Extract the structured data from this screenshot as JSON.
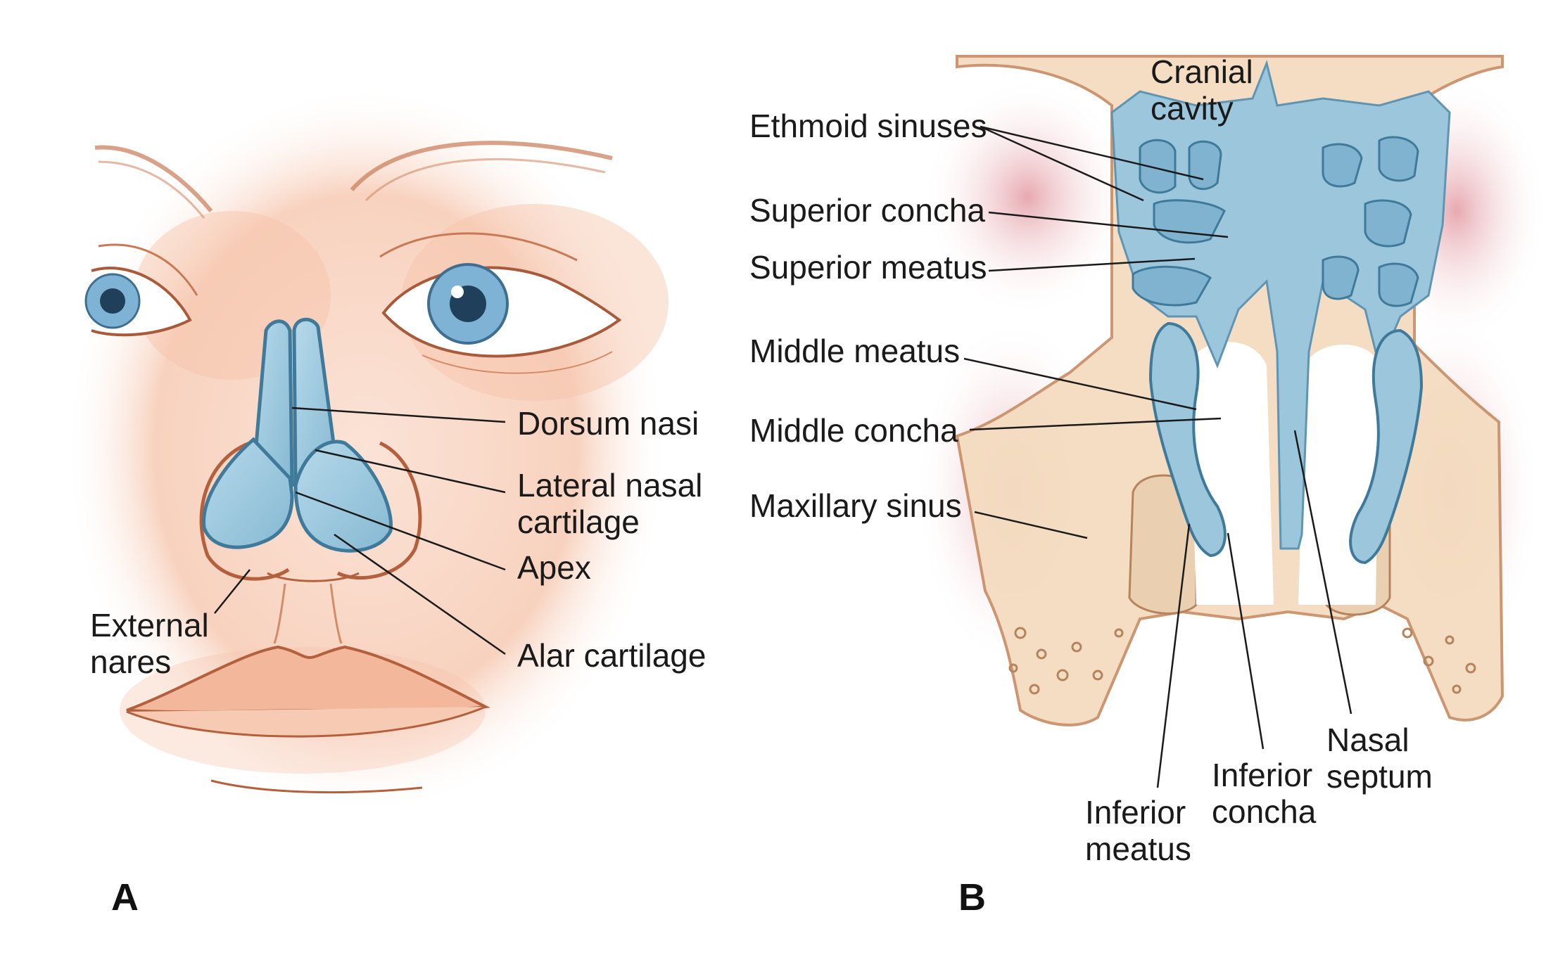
{
  "colors": {
    "cartilage_blue": "#9cc6dc",
    "cartilage_outline": "#3f7a9a",
    "bone_beige": "#f4dcc0",
    "bone_outline": "#c9916a",
    "skin_shadow": "#f2b79c",
    "mucosa_pink": "#e8b4b8",
    "leader_line": "#1a1a1a"
  },
  "panel_a": {
    "letter": "A",
    "labels": {
      "dorsum_nasi": "Dorsum nasi",
      "lateral_nasal_cartilage_1": "Lateral nasal",
      "lateral_nasal_cartilage_2": "cartilage",
      "apex": "Apex",
      "alar_cartilage": "Alar cartilage",
      "external_nares_1": "External",
      "external_nares_2": "nares"
    }
  },
  "panel_b": {
    "letter": "B",
    "labels": {
      "cranial_cavity_1": "Cranial",
      "cranial_cavity_2": "cavity",
      "ethmoid_sinuses": "Ethmoid sinuses",
      "superior_concha": "Superior concha",
      "superior_meatus": "Superior meatus",
      "middle_meatus": "Middle meatus",
      "middle_concha": "Middle concha",
      "maxillary_sinus": "Maxillary sinus",
      "nasal_septum_1": "Nasal",
      "nasal_septum_2": "septum",
      "inferior_concha_1": "Inferior",
      "inferior_concha_2": "concha",
      "inferior_meatus_1": "Inferior",
      "inferior_meatus_2": "meatus"
    }
  }
}
